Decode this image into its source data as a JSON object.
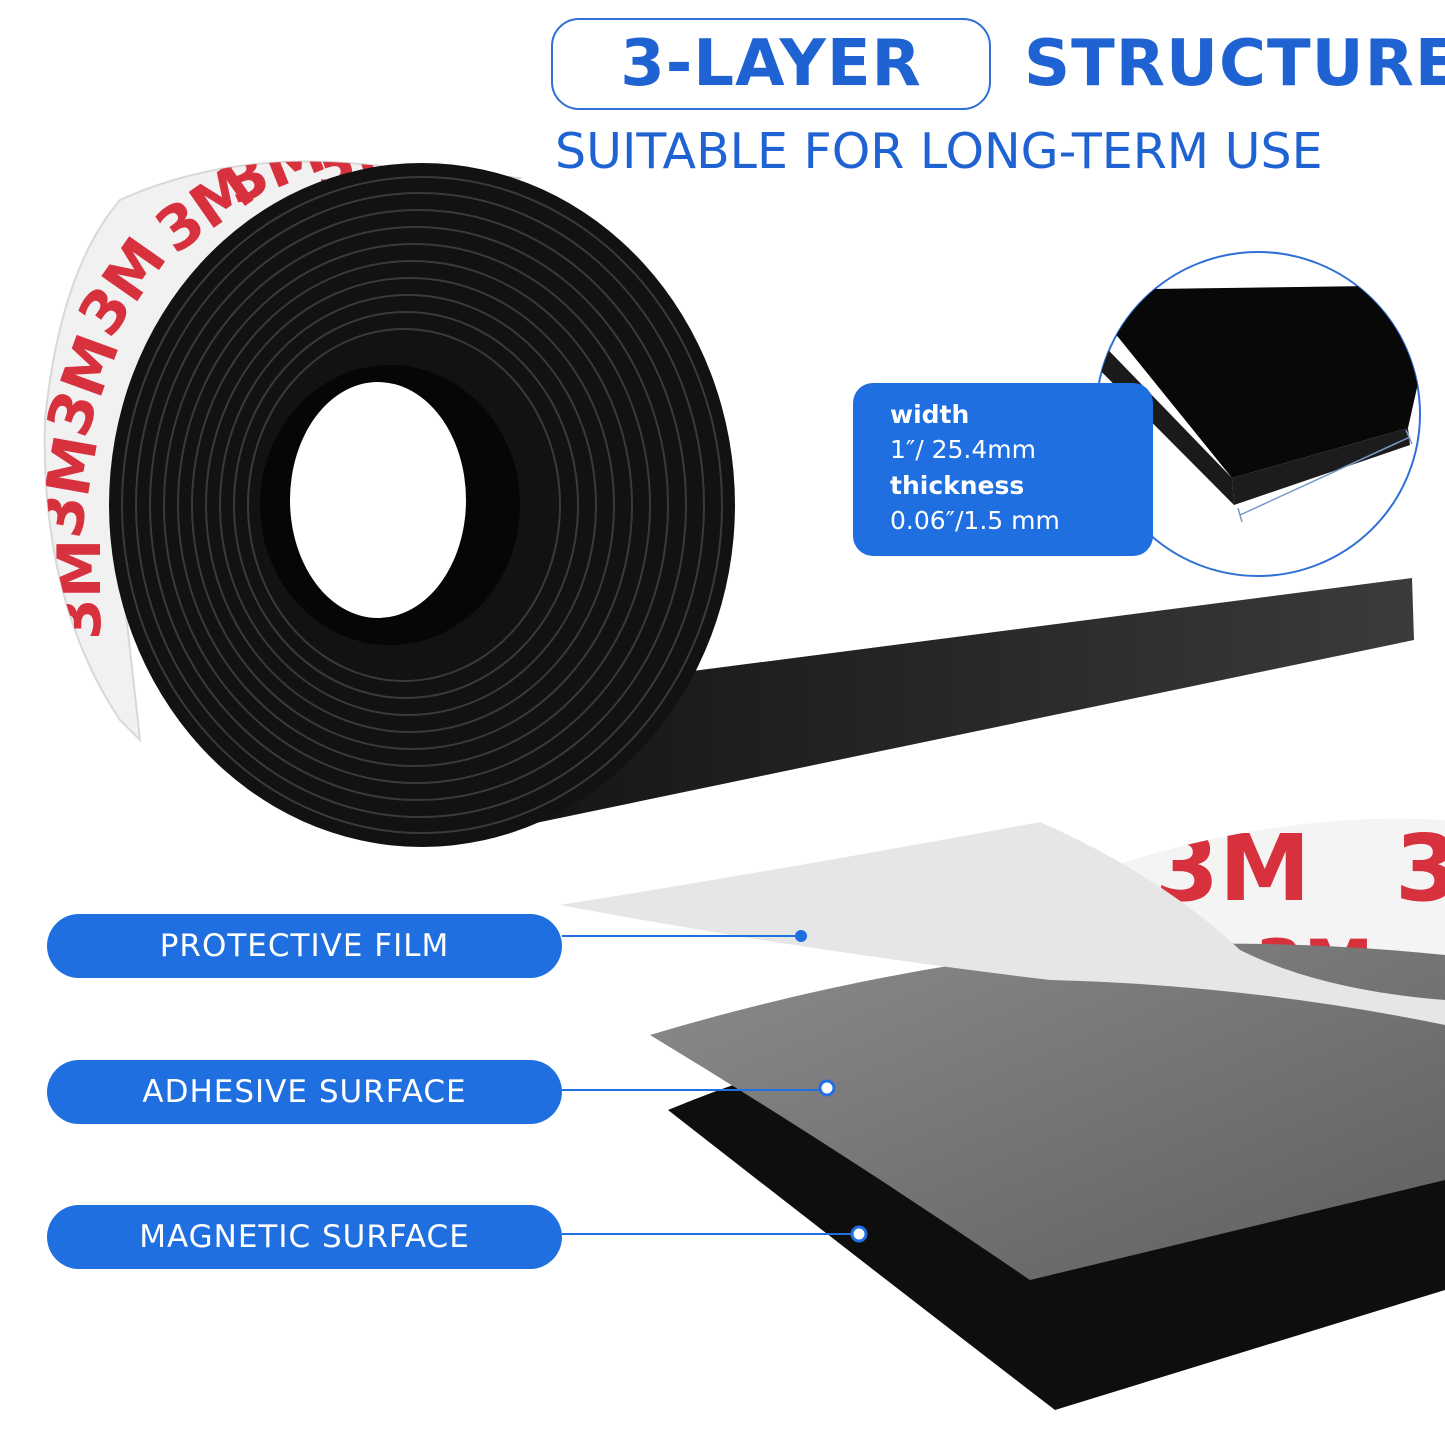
{
  "heading": {
    "emphasis": "3-LAYER",
    "rest": "STRUCTURE",
    "subtitle": "SUITABLE FOR LONG-TERM USE"
  },
  "specs": {
    "width_label": "width",
    "width_value": "1″/ 25.4mm",
    "thickness_label": "thickness",
    "thickness_value": "0.06″/1.5 mm"
  },
  "layers": [
    {
      "label": "PROTECTIVE FILM"
    },
    {
      "label": "ADHESIVE SURFACE"
    },
    {
      "label": "MAGNETIC SURFACE"
    }
  ],
  "brand": {
    "logo_text": "3M"
  },
  "colors": {
    "accent_blue": "#1f6fe0",
    "heading_blue": "#1f63d3",
    "logo_red": "#d7313e",
    "magnet_black": "#111111",
    "adhesive_gray": "#7a7a7a"
  }
}
